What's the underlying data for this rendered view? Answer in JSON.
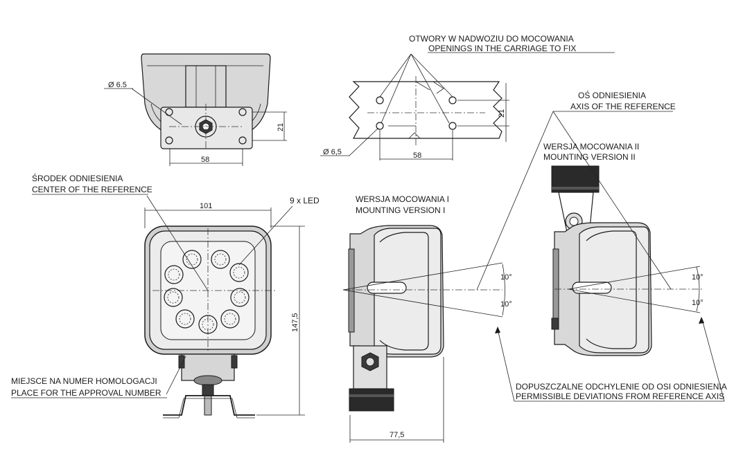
{
  "labels": {
    "otwory_pl": "OTWORY W NADWOZIU DO MOCOWANIA",
    "otwory_en": "OPENINGS IN THE CARRIAGE TO FIX",
    "os_pl": "OŚ ODNIESIENIA",
    "os_en": "AXIS OF THE REFERENCE",
    "wersja2_pl": "WERSJA MOCOWANIA II",
    "wersja2_en": "MOUNTING VERSION II",
    "wersja1_pl": "WERSJA MOCOWANIA I",
    "wersja1_en": "MOUNTING VERSION I",
    "srodek_pl": "ŚRODEK ODNIESIENIA",
    "srodek_en": "CENTER OF THE REFERENCE",
    "led": "9 x LED",
    "miejsce_pl": "MIEJSCE NA NUMER HOMOLOGACJI",
    "miejsce_en": "PLACE FOR THE APPROVAL NUMBER",
    "dopuszczalne_pl": "DOPUSZCZALNE ODCHYLENIE OD OSI ODNIESIENIA",
    "dopuszczalne_en": "PERMISSIBLE DEVIATIONS FROM REFERENCE AXIS"
  },
  "dimensions": {
    "hole_top": "Ø 6.5",
    "hole_plate": "Ø 6,5",
    "height_21_top": "21",
    "width_58_top": "58",
    "height_21_plate": "21",
    "width_58_plate": "58",
    "width_101": "101",
    "height_147": "147,5",
    "depth_77": "77,5",
    "angle_v1_up": "10°",
    "angle_v1_down": "10°",
    "angle_v2_up": "10°",
    "angle_v2_down": "10°"
  }
}
